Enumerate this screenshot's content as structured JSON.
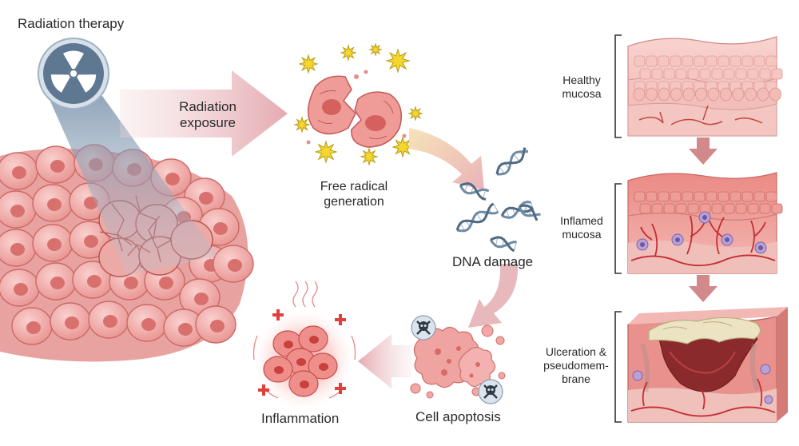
{
  "labels": {
    "radiation_therapy": "Radiation therapy",
    "radiation_exposure": [
      "Radiation",
      "exposure"
    ],
    "free_radical_generation": [
      "Free radical",
      "generation"
    ],
    "dna_damage": "DNA damage",
    "cell_apoptosis": "Cell apoptosis",
    "inflammation": "Inflammation",
    "healthy_mucosa": [
      "Healthy",
      "mucosa"
    ],
    "inflamed_mucosa": [
      "Inflamed",
      "mucosa"
    ],
    "ulceration": [
      "Ulceration &",
      "pseudomem-",
      "brane"
    ]
  },
  "icons": [
    "radiation-icon",
    "skull-crossbones-icon",
    "plus-icon"
  ],
  "colors": {
    "tissue": "#f2b3b1",
    "tissue_dark": "#c8615f",
    "nucleus": "#d8716e",
    "arrow": "#e7b9bd",
    "beam": "#7e95ad",
    "radical": "#f4d62f",
    "dna": "#6f8aa3",
    "vessel": "#c5343a",
    "pseudomembrane": "#e9e1c2"
  }
}
